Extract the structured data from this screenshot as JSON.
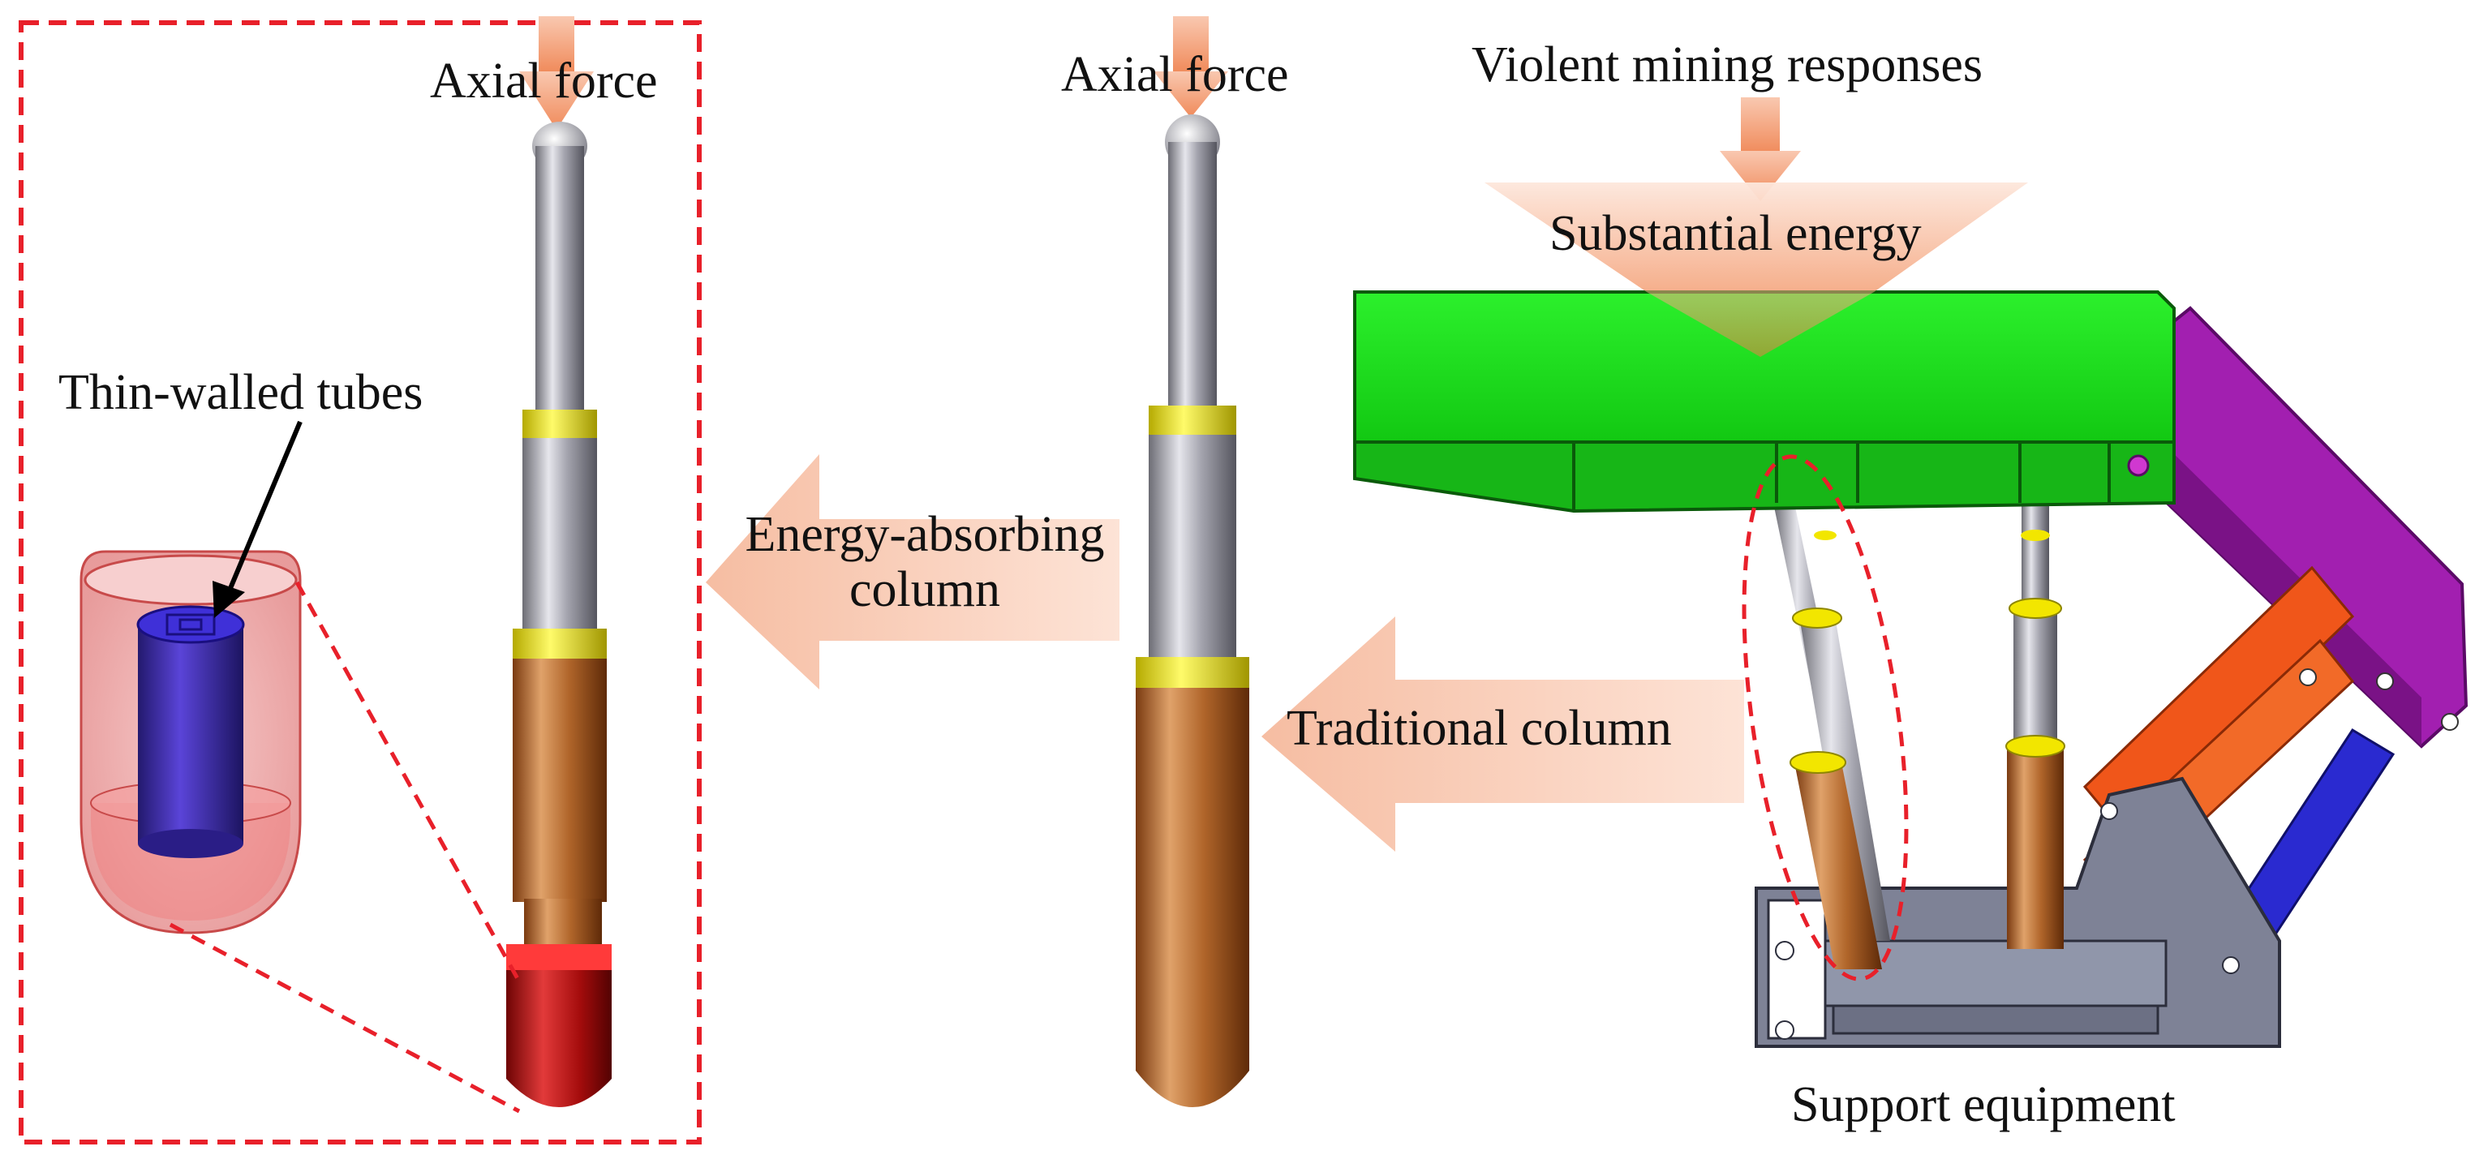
{
  "labels": {
    "axial_force_left": "Axial force",
    "axial_force_mid": "Axial force",
    "thin_walled_tubes": "Thin-walled tubes",
    "energy_absorbing_column_line1": "Energy-absorbing",
    "energy_absorbing_column_line2": "column",
    "traditional_column": "Traditional column",
    "violent_mining_responses": "Violent mining responses",
    "substantial_energy": "Substantial energy",
    "support_equipment": "Support equipment"
  },
  "colors": {
    "arrow_salmon": "#f6c3ab",
    "arrow_orange": "#f08a5a",
    "dashed_red": "#e8202a",
    "canopy_green": "#19e019",
    "column_copper": "#b86a2c",
    "column_silver": "#9a9aa4",
    "ring_yellow": "#f2e600",
    "cap_red": "#c41414",
    "tube_blue": "#3a2fb8",
    "link_purple": "#a21fb0",
    "link_orange": "#f0561a",
    "link_blue": "#2a2ad0",
    "base_slate": "#7e8296"
  }
}
